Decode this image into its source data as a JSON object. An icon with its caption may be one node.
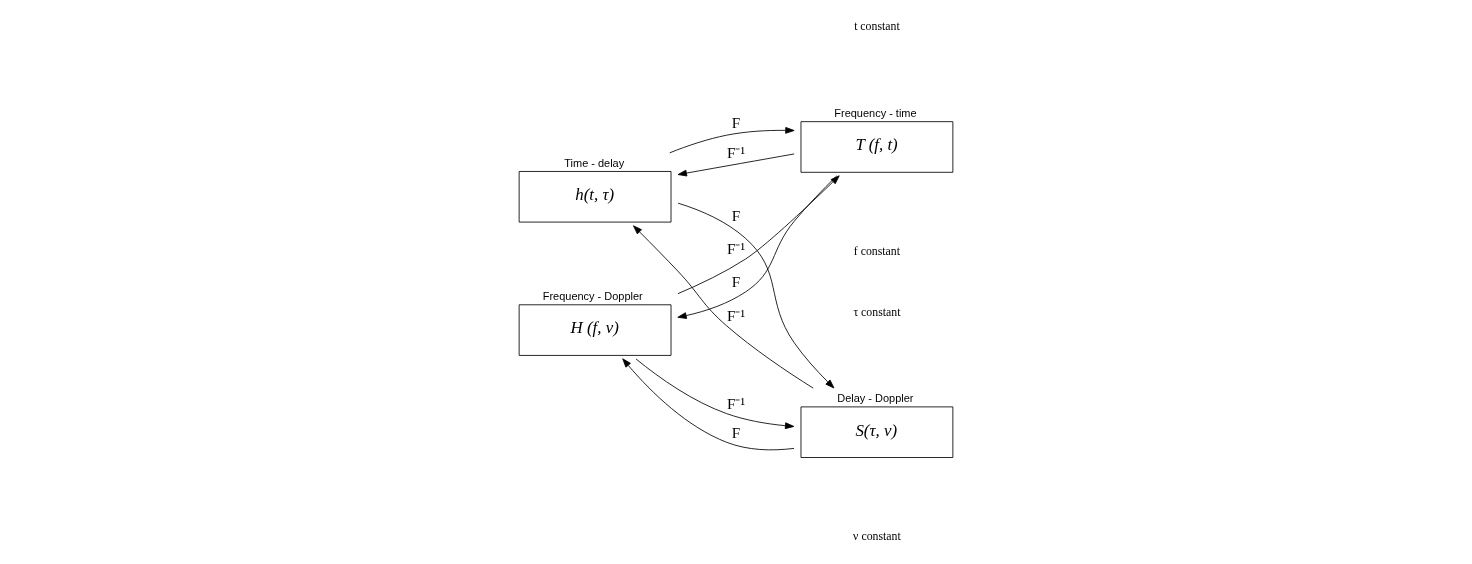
{
  "diagram": {
    "nodes": [
      {
        "text": [
          "Time - delay",
          "h(t, τ)"
        ]
      },
      {
        "text": [
          "Delay - Doppler",
          "S(τ, ν)"
        ]
      },
      {
        "text": [
          "Frequency - time",
          "T (f, t)"
        ]
      },
      {
        "text": [
          "Frequency - Doppler",
          "H (f, ν)"
        ]
      }
    ],
    "edges": [
      {
        "from": 1,
        "to": 0,
        "arrow": "to",
        "label": "F⁻¹"
      },
      {
        "from": 0,
        "to": 1,
        "arrow": "to",
        "label": "F"
      },
      {
        "from": 0,
        "to": 2,
        "arrow": "to",
        "label": "F"
      },
      {
        "from": 2,
        "to": 0,
        "arrow": "to",
        "label": "F⁻¹"
      },
      {
        "from": 3,
        "to": 1,
        "arrow": "to",
        "label": "F⁻¹"
      },
      {
        "from": 1,
        "to": 3,
        "arrow": "to",
        "label": "F"
      },
      {
        "from": 3,
        "to": 2,
        "arrow": "to",
        "label": "F⁻¹"
      },
      {
        "from": 2,
        "to": 3,
        "arrow": "to",
        "label": "F"
      }
    ],
    "labels": [
      "τ constant",
      "t constant",
      "ν constant",
      "f constant"
    ]
  }
}
